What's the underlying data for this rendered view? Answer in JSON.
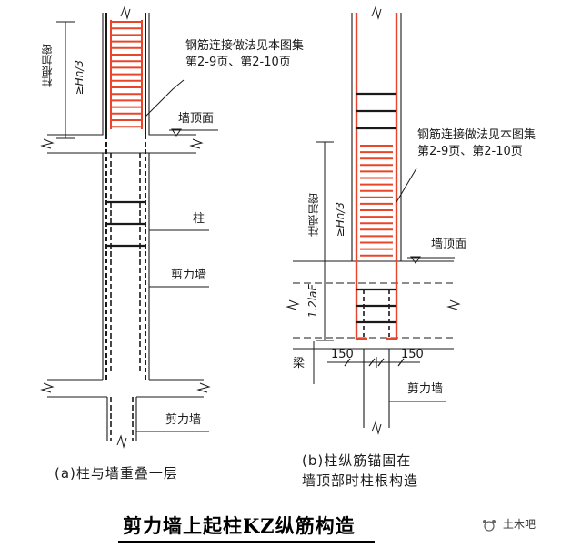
{
  "diagram_a": {
    "vertical_label": "柱根加密",
    "hn_label": "≥Hn/3",
    "note_line1": "钢筋连接做法见本图集",
    "note_line2": "第2-9页、第2-10页",
    "wall_top_label": "墙顶面",
    "column_label": "柱",
    "shear_wall_label_1": "剪力墙",
    "shear_wall_label_2": "剪力墙",
    "caption": "(a)柱与墙重叠一层"
  },
  "diagram_b": {
    "note_line1": "钢筋连接做法见本图集",
    "note_line2": "第2-9页、第2-10页",
    "vertical_label": "柱根加密",
    "hn_label": "≥Hn/3",
    "wall_top_label": "墙顶面",
    "anchor_label": "1.2laE",
    "beam_label": "梁",
    "dim_left": "150",
    "dim_right": "150",
    "shear_wall_label": "剪力墙",
    "caption_line1": "(b)柱纵筋锚固在",
    "caption_line2": "墙顶部时柱根构造"
  },
  "title": "剪力墙上起柱KZ纵筋构造",
  "watermark": "土木吧",
  "colors": {
    "rebar": "#e8462a",
    "line": "#1a1a1a"
  }
}
